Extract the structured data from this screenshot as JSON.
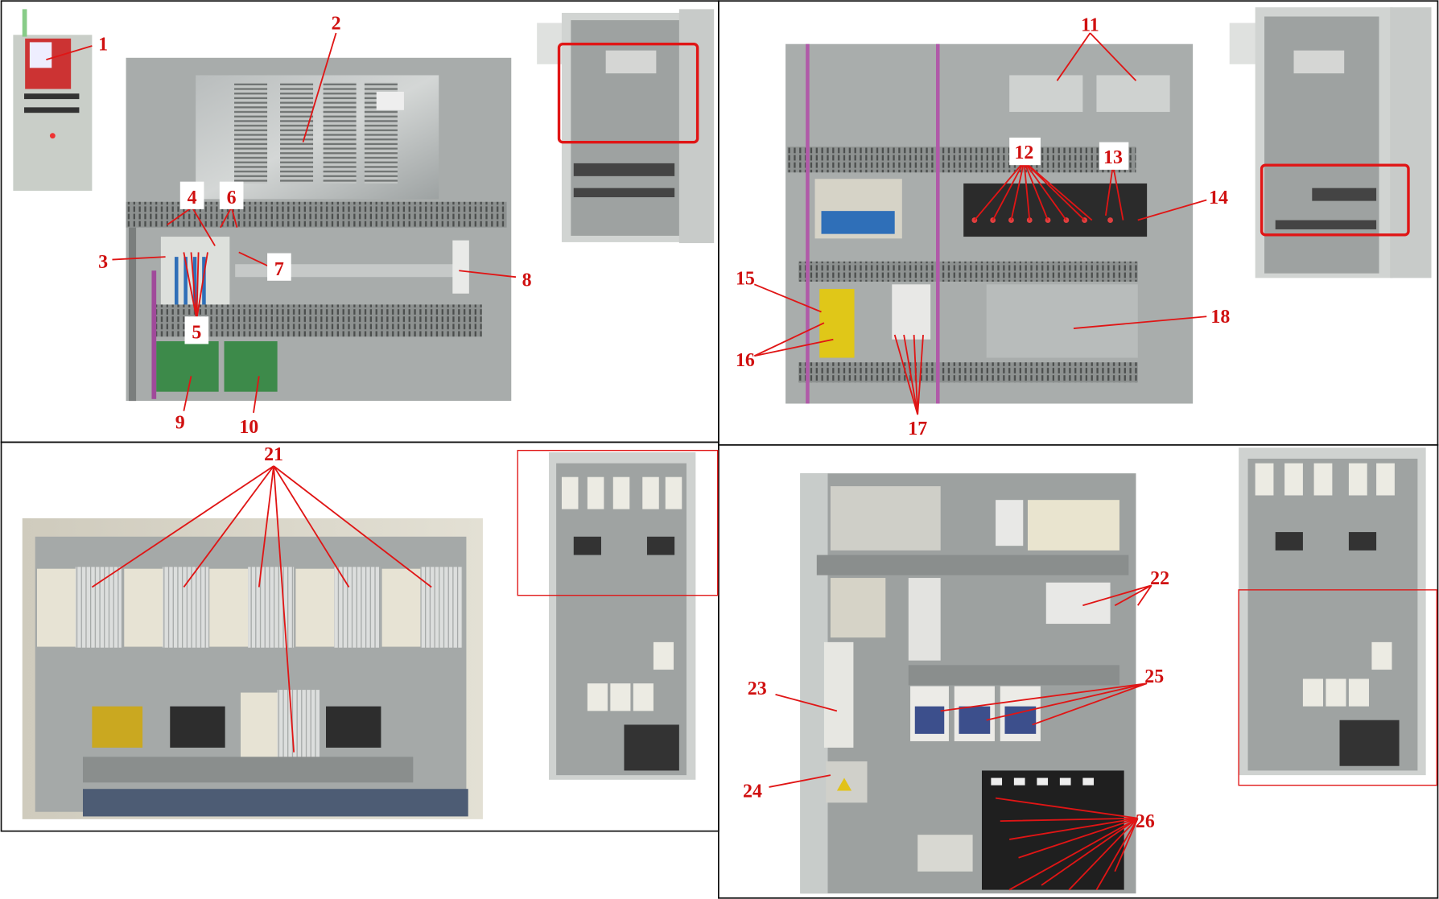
{
  "figure": {
    "labels": [
      "1",
      "2",
      "3",
      "4",
      "5",
      "6",
      "7",
      "8",
      "9",
      "10",
      "11",
      "12",
      "13",
      "14",
      "15",
      "16",
      "17",
      "18",
      "21",
      "22",
      "23",
      "24",
      "25",
      "26"
    ]
  },
  "colors": {
    "annotation": "#d01010",
    "cabinet": "#9a9e9c",
    "highlight": "#e01515"
  }
}
